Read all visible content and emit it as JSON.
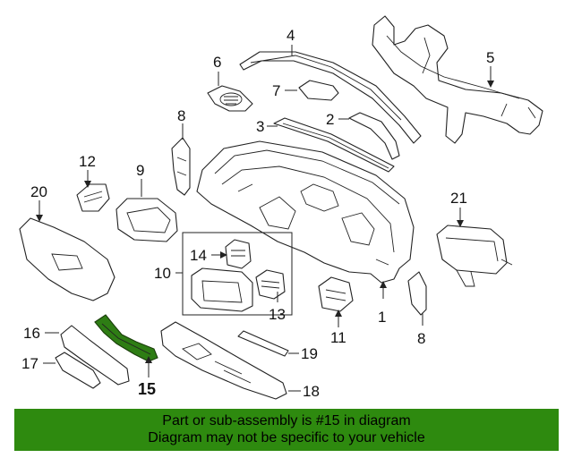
{
  "callouts": {
    "n1": "1",
    "n2": "2",
    "n3": "3",
    "n4": "4",
    "n5": "5",
    "n6": "6",
    "n7": "7",
    "n8a": "8",
    "n8b": "8",
    "n9": "9",
    "n10": "10",
    "n11": "11",
    "n12": "12",
    "n13": "13",
    "n14": "14",
    "n15": "15",
    "n16": "16",
    "n17": "17",
    "n18": "18",
    "n19": "19",
    "n20": "20",
    "n21": "21"
  },
  "highlight": {
    "part_number": "15",
    "color": "#2e7d14"
  },
  "banner": {
    "background": "#2e8a0f",
    "line1": "Part or sub-assembly is #15 in diagram",
    "line2": "Diagram may not be specific to your vehicle"
  }
}
